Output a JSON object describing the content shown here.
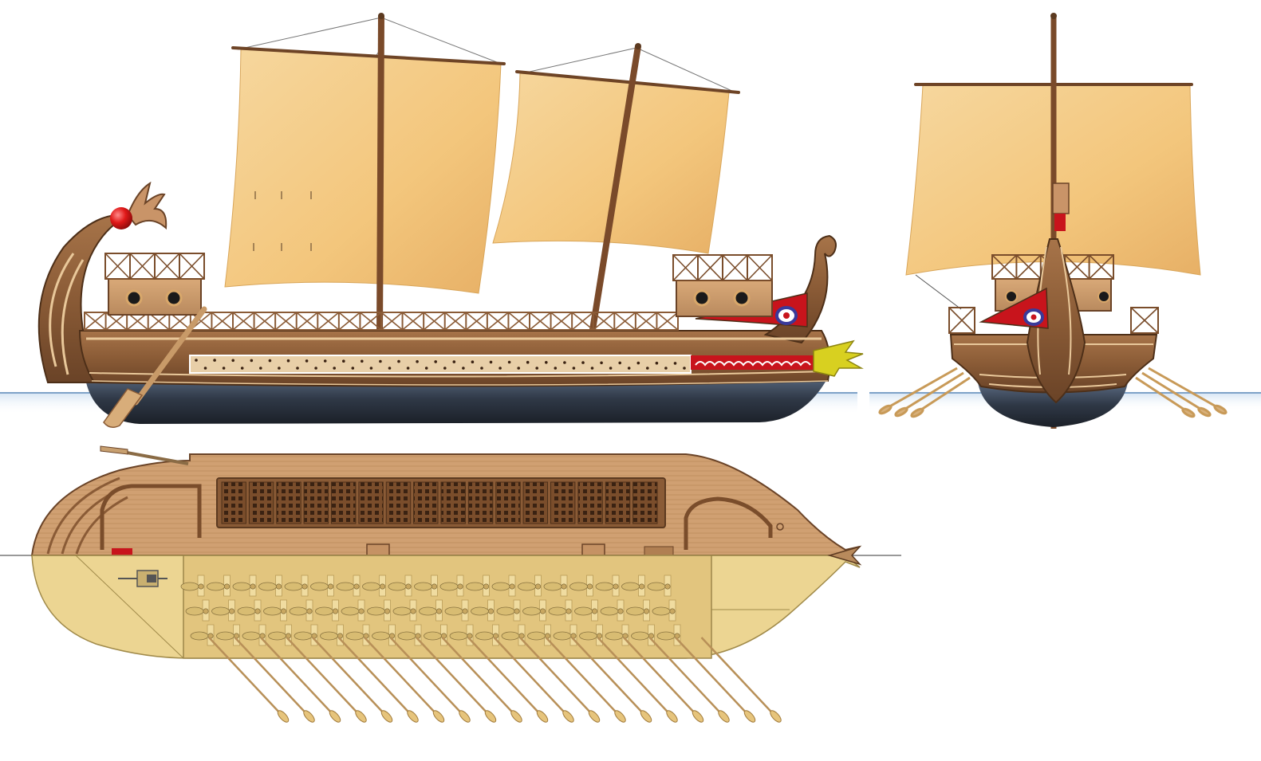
{
  "figure": {
    "kind": "ship-plan",
    "views": [
      "side-elevation",
      "front-elevation",
      "plan"
    ],
    "text_labels": []
  },
  "colors": {
    "background": "#ffffff",
    "sail": "#f3c67c",
    "sail_shade": "#e8b366",
    "hull_wood": "#8a5b36",
    "hull_dark": "#5c3a20",
    "planking_line": "#e9c89a",
    "deck_wood": "#c9986a",
    "underwater_hull": "#3a4556",
    "water_line": "#6a8fb5",
    "water_glow": "#d6e6f4",
    "eye_panel": "#c8141c",
    "eye_iris": "#3a3a9a",
    "ram_bronze": "#d8d020",
    "ornament_ball": "#e01818",
    "plan_lower_hull": "#ecd592",
    "grating": "#6a4226",
    "oar": "#c89a58",
    "mast": "#7a4a2a",
    "rigging": "#777777"
  },
  "counts": {
    "side_oar_ports": 54,
    "plan_oars": 20,
    "plan_rower_rows": 3,
    "plan_rowers_per_row": 19,
    "grating_panels": 16,
    "front_oars_each_side": 3
  }
}
